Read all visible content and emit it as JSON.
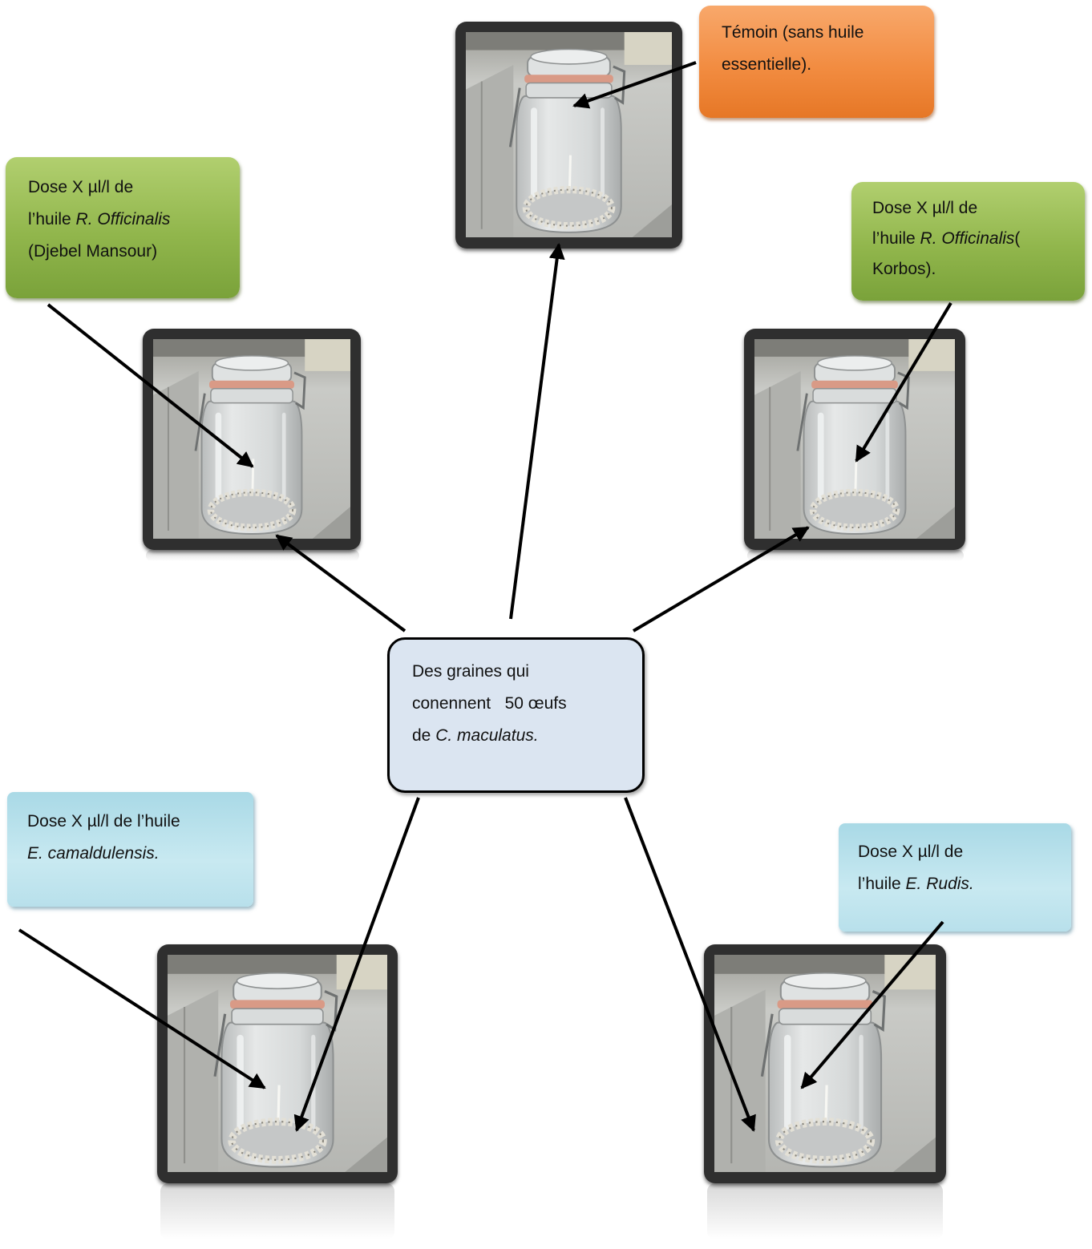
{
  "center": {
    "line1": "Des graines qui",
    "line2": "conennent   50 œufs",
    "line3_prefix": "de ",
    "line3_species": "C. maculatus."
  },
  "labels": {
    "temoin": {
      "line1": "Témoin (sans huile",
      "line2": "essentielle)."
    },
    "djebel": {
      "line1": "Dose X µl/l  de",
      "line2_prefix": "l’huile ",
      "line2_species": "R. Officinalis",
      "line3": "(Djebel Mansour)"
    },
    "korbos": {
      "line1": " Dose X µl/l de",
      "line2_prefix": "l’huile ",
      "line2_species": "R. Officinalis",
      "line2_suffix": "(",
      "line3": "Korbos)."
    },
    "camaldulensis": {
      "line1": "Dose X µl/l de l’huile",
      "line2_species": "E. camaldulensis."
    },
    "rudis": {
      "line1": "Dose X µl/l de",
      "line2_prefix": "l’huile ",
      "line2_species": "E. Rudis."
    }
  },
  "photo_subject": "glass-jar-with-seeds",
  "colors": {
    "green_label": "#91b64c",
    "orange_label": "#f28c41",
    "blue_label": "#bfe3ee",
    "center_box": "#dbe5f1",
    "frame": "#2f2f2f",
    "arrow": "#000000"
  }
}
